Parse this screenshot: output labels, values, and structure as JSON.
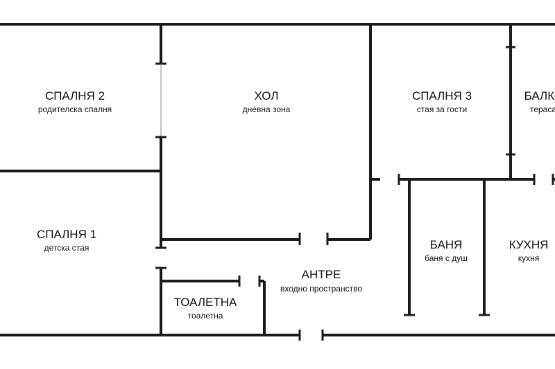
{
  "rooms": [
    {
      "id": "bedroom2",
      "name": "СПАЛНЯ 2",
      "sub": "родителска спалня"
    },
    {
      "id": "hall",
      "name": "ХОЛ",
      "sub": "дневна зона"
    },
    {
      "id": "bedroom3",
      "name": "СПАЛНЯ 3",
      "sub": "стая за гости"
    },
    {
      "id": "balcony",
      "name": "БАЛКОН",
      "sub": "тераса"
    },
    {
      "id": "bedroom1",
      "name": "СПАЛНЯ 1",
      "sub": "детска стая"
    },
    {
      "id": "entrance",
      "name": "АНТРЕ",
      "sub": "входно пространство"
    },
    {
      "id": "bathroom",
      "name": "БАНЯ",
      "sub": "баня с душ"
    },
    {
      "id": "kitchen",
      "name": "КУХНЯ",
      "sub": "кухня"
    },
    {
      "id": "toilet",
      "name": "ТОАЛЕТНА",
      "sub": "тоалетна"
    }
  ]
}
